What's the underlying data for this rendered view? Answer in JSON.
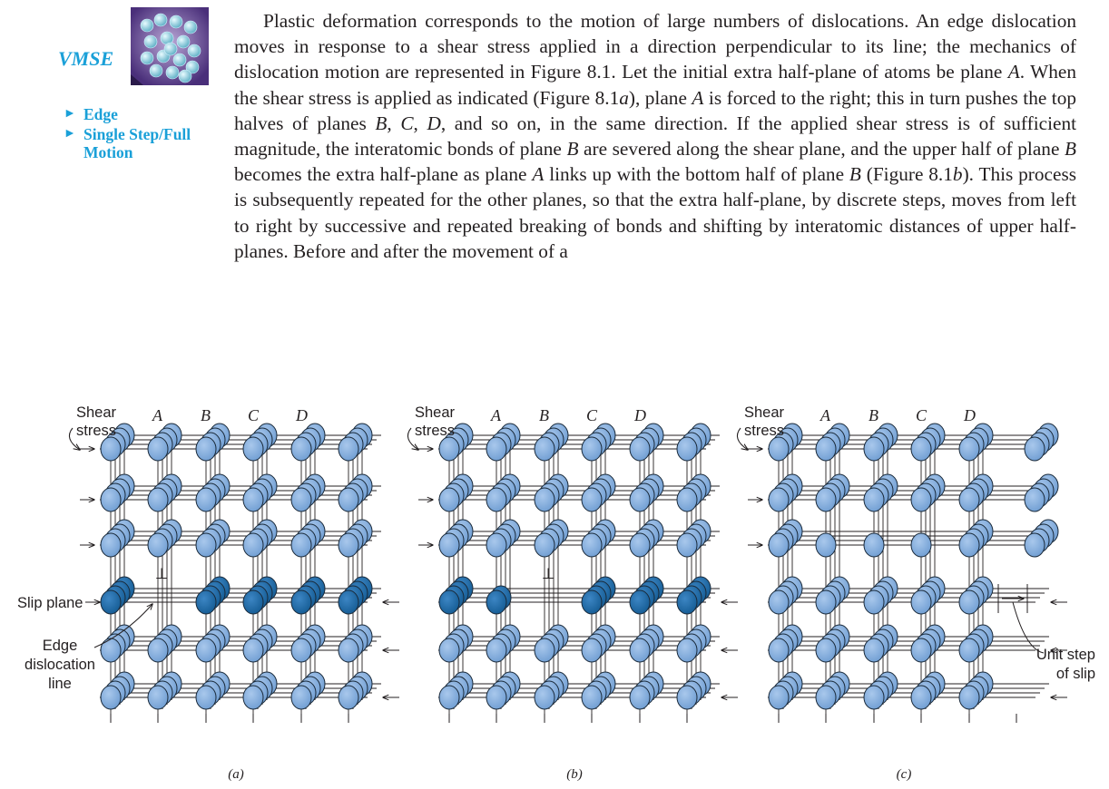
{
  "sidebar": {
    "tag": "VMSE",
    "links": [
      "Edge",
      "Single Step/Full Motion"
    ]
  },
  "body": {
    "lead": "Plastic deformation corresponds to the motion of large numbers of dislocations. An edge dislocation moves in response to a shear stress applied in a direction perpendicular to its line; the mechanics of dislocation motion are represented in Figure 8.1. Let the initial extra half-plane of atoms be plane",
    "segments": [
      {
        "t": "Plastic deformation corresponds to the motion of large numbers of dislocations. An edge dislocation moves in response to a shear stress applied in a direction perpendicular to its line; the mechanics of dislocation motion are represented in Figure 8.1. Let the initial extra half-plane of atoms be plane ",
        "i": false
      },
      {
        "t": "A",
        "i": true
      },
      {
        "t": ". When the shear stress is applied as indicated (Figure 8.1",
        "i": false
      },
      {
        "t": "a",
        "i": true
      },
      {
        "t": "), plane ",
        "i": false
      },
      {
        "t": "A",
        "i": true
      },
      {
        "t": " is forced to the right; this in turn pushes the top halves of planes ",
        "i": false
      },
      {
        "t": "B",
        "i": true
      },
      {
        "t": ", ",
        "i": false
      },
      {
        "t": "C",
        "i": true
      },
      {
        "t": ", ",
        "i": false
      },
      {
        "t": "D",
        "i": true
      },
      {
        "t": ", and so on, in the same direction. If the applied shear stress is of sufficient magnitude, the interatomic bonds of plane ",
        "i": false
      },
      {
        "t": "B",
        "i": true
      },
      {
        "t": " are severed along the shear plane, and the upper half of plane ",
        "i": false
      },
      {
        "t": "B",
        "i": true
      },
      {
        "t": " becomes the extra half-plane as plane ",
        "i": false
      },
      {
        "t": "A",
        "i": true
      },
      {
        "t": " links up with the bottom half of plane ",
        "i": false
      },
      {
        "t": "B",
        "i": true
      },
      {
        "t": " (Figure 8.1",
        "i": false
      },
      {
        "t": "b",
        "i": true
      },
      {
        "t": "). This process is subsequently repeated for the other planes, so that the extra half-plane, by discrete steps, moves from left to right by successive and repeated breaking of bonds and shifting by interatomic distances of upper half-planes. Before and after the movement of a",
        "i": false
      }
    ]
  },
  "figure": {
    "panels": [
      {
        "caption": "(a)",
        "plane_labels": [
          "A",
          "B",
          "C",
          "D"
        ],
        "shear_label": [
          "Shear",
          "stress"
        ]
      },
      {
        "caption": "(b)",
        "plane_labels": [
          "A",
          "B",
          "C",
          "D"
        ],
        "shear_label": [
          "Shear",
          "stress"
        ]
      },
      {
        "caption": "(c)",
        "plane_labels": [
          "A",
          "B",
          "C",
          "D"
        ],
        "shear_label": [
          "Shear",
          "stress"
        ]
      }
    ],
    "slip_plane_label": "Slip plane",
    "edge_label": [
      "Edge",
      "dislocation",
      "line"
    ],
    "unit_step_label": [
      "Unit step",
      "of slip"
    ],
    "dislocation_symbol": "⊥",
    "colors": {
      "atom": "#7ba7d9",
      "atom_dark": "#1e6aa5",
      "outline": "#1a2a3a",
      "symbol": "#e2231a",
      "link": "#1aa0d8"
    }
  }
}
